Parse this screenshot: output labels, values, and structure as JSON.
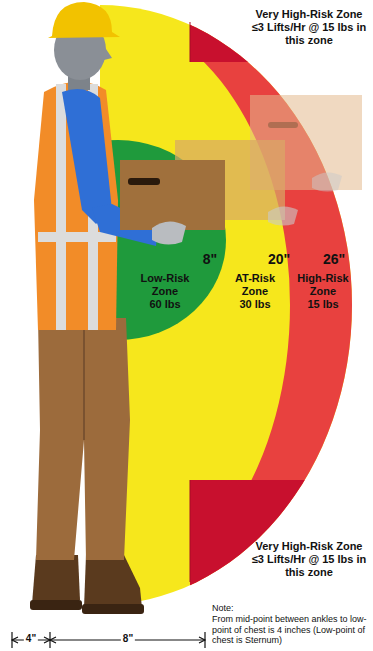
{
  "diagram": {
    "nodes": [
      {
        "text": [
          "Very High-Risk Zone",
          "≤3 Lifts/Hr @ 15 lbs in this zone"
        ]
      },
      {
        "text": [
          "Low-Risk Zone",
          "60 lbs"
        ]
      },
      {
        "text": [
          "AT-Risk Zone",
          "30 lbs"
        ]
      },
      {
        "text": [
          "High-Risk Zone",
          "15 lbs"
        ]
      },
      {
        "text": [
          "Very High-Risk Zone",
          "≤3 Lifts/Hr @ 15 lbs in this zone"
        ]
      }
    ],
    "labels": [
      "8\"",
      "20\"",
      "26\"",
      "Note:",
      "From mid-point between ankles to low-point of chest is 4 inches (Low-point of chest is Sternum)",
      "4\"",
      "8\""
    ]
  }
}
